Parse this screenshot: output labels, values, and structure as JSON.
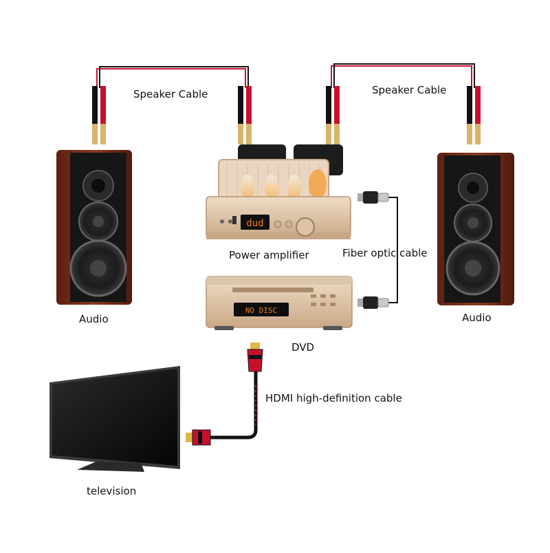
{
  "labels": {
    "speaker_cable_left": "Speaker Cable",
    "speaker_cable_right": "Speaker Cable",
    "power_amplifier": "Power amplifier",
    "fiber_optic_cable": "Fiber optic cable",
    "audio_left": "Audio",
    "audio_right": "Audio",
    "dvd": "DVD",
    "hdmi_cable": "HDMI high-definition cable",
    "television": "television"
  },
  "amplifier": {
    "display": "dud"
  },
  "dvd_player": {
    "display": "NO DISC"
  },
  "colors": {
    "wood": "#6b2a16",
    "speaker_face": "#161616",
    "amp_gold": "#e0c6a8",
    "cable_red": "#c8102e",
    "cable_black": "#111111",
    "display_orange": "#f07a1a"
  }
}
